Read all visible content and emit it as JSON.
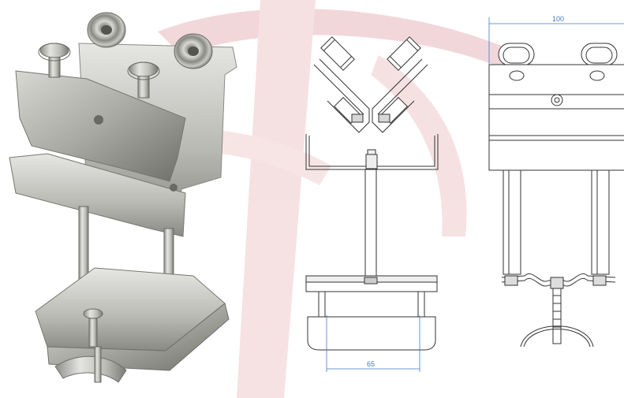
{
  "dimensions": {
    "width_label": "100",
    "spacing_label": "65"
  },
  "colors": {
    "watermark": "#e8b8bc",
    "dimension_line": "#3f78c8",
    "drawing_line": "#333333",
    "steel_light": "#d9d9d6",
    "steel_mid": "#b8b8b3",
    "steel_dark": "#7d7d78"
  },
  "views": [
    "photo-view",
    "front-section-view",
    "side-view"
  ]
}
